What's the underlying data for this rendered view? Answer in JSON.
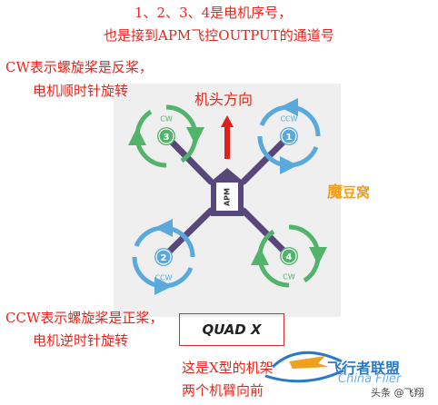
{
  "top_note": {
    "line1": "1、2、3、4是电机序号，",
    "line2": "也是接到APM飞控OUTPUT的通道号"
  },
  "cw_note": {
    "line1": "CW表示螺旋桨是反桨，",
    "line2": "电机顺时针旋转"
  },
  "ccw_note": {
    "line1": "CCW表示螺旋桨是正桨，",
    "line2": "电机逆时针旋转"
  },
  "heading_label": "机头方向",
  "x_note": {
    "line1": "这是X型的机架",
    "line2": "两个机臂向前"
  },
  "board_label": "APM",
  "frame_label": "QUAD X",
  "motors": [
    {
      "number": "1",
      "direction": "CCW",
      "color": "#5aa9dd"
    },
    {
      "number": "2",
      "direction": "CCW",
      "color": "#5aa9dd"
    },
    {
      "number": "3",
      "direction": "CW",
      "color": "#52b36b"
    },
    {
      "number": "4",
      "direction": "CW",
      "color": "#52b36b"
    }
  ],
  "watermark": {
    "site_char": "魔",
    "site_rest": "豆窝",
    "brand_cn": "飞行者联盟",
    "brand_en": "China Flier",
    "source": "头条 @飞翔"
  },
  "colors": {
    "text": "#e8261c",
    "arm": "#58477a",
    "arrow": "#e0201a",
    "cw": "#52b36b",
    "ccw": "#5aa9dd",
    "panel": "#efefef"
  }
}
